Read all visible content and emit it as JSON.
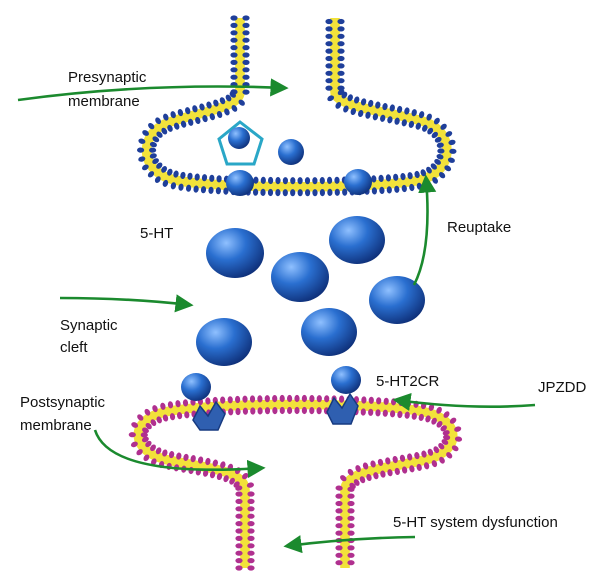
{
  "labels": {
    "presynaptic_line1": "Presynaptic",
    "presynaptic_line2": "membrane",
    "serotonin": "5-HT",
    "reuptake": "Reuptake",
    "synaptic_line1": "Synaptic",
    "synaptic_line2": "cleft",
    "receptor": "5-HT2CR",
    "drug": "JPZDD",
    "postsynaptic_line1": "Postsynaptic",
    "postsynaptic_line2": "membrane",
    "dysfunction": "5-HT system dysfunction"
  },
  "colors": {
    "presynaptic_bead": "#1f3f9a",
    "postsynaptic_bead": "#b0308f",
    "lipid_tail": "#f2e23a",
    "vesicle": "#1f63c8",
    "receptor": "#2f5fb0",
    "arrow": "#1b8a2e",
    "pentagon": "#2aa7c7"
  }
}
